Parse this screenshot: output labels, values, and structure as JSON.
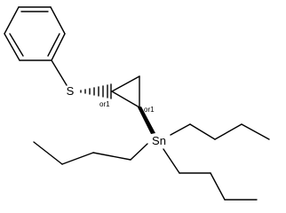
{
  "molecule": {
    "atoms": {
      "sulfur": "S",
      "tin": "Sn"
    },
    "stereo_descriptors": {
      "c1": "or1",
      "c2": "or1"
    },
    "colors": {
      "ink": "#000000",
      "background": "#ffffff"
    }
  }
}
